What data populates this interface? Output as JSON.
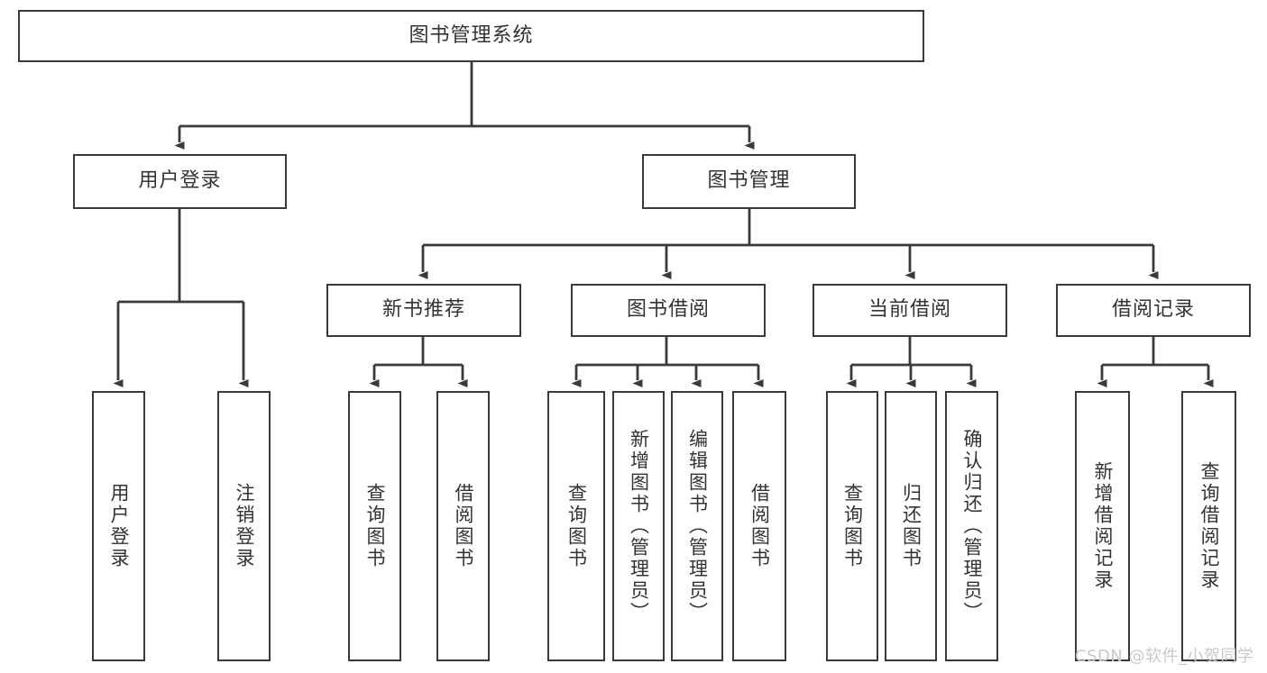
{
  "diagram": {
    "title": "图书管理系统",
    "root": {
      "label": "图书管理系统"
    },
    "level2": [
      {
        "label": "用户登录"
      },
      {
        "label": "图书管理"
      }
    ],
    "level3": [
      {
        "label": "新书推荐"
      },
      {
        "label": "图书借阅"
      },
      {
        "label": "当前借阅"
      },
      {
        "label": "借阅记录"
      }
    ],
    "leaves": {
      "user_login": [
        {
          "label": "用户登录"
        },
        {
          "label": "注销登录"
        }
      ],
      "new_book_recommend": [
        {
          "label": "查询图书"
        },
        {
          "label": "借阅图书"
        }
      ],
      "book_borrow": [
        {
          "label": "查询图书"
        },
        {
          "label": "新增图书（管理员）"
        },
        {
          "label": "编辑图书（管理员）"
        },
        {
          "label": "借阅图书"
        }
      ],
      "current_borrow": [
        {
          "label": "查询图书"
        },
        {
          "label": "归还图书"
        },
        {
          "label": "确认归还（管理员）"
        }
      ],
      "borrow_record": [
        {
          "label": "新增借阅记录"
        },
        {
          "label": "查询借阅记录"
        }
      ]
    },
    "watermark": "CSDN @软件_小贺同学",
    "colors": {
      "box_border": "#3a3a3a",
      "edge": "#3a3a3a",
      "text": "#333333",
      "background": "#ffffff",
      "watermark": "#c9c9c9"
    }
  }
}
